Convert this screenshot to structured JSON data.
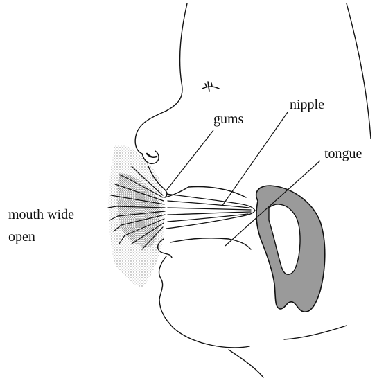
{
  "diagram": {
    "labels": {
      "gums": "gums",
      "nipple": "nipple",
      "tongue": "tongue",
      "mouth_line1": "mouth wide",
      "mouth_line2": "open"
    },
    "colors": {
      "ink": "#111111",
      "stipple": "#8a8a8a",
      "tongue_fill": "#9a9a9a"
    }
  }
}
